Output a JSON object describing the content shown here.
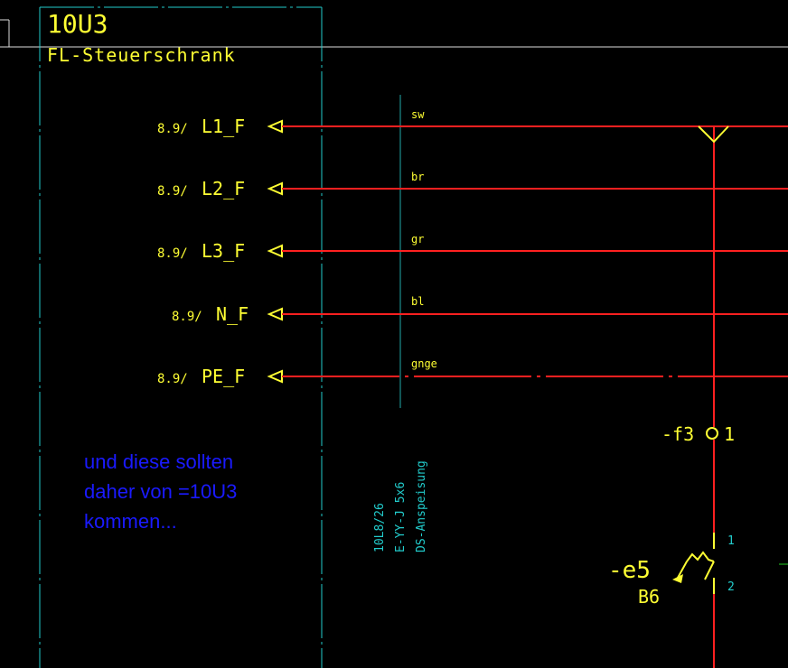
{
  "cabinet": {
    "id": "10U3",
    "name": "FL-Steuerschrank"
  },
  "terminals": [
    {
      "ref": "8.9/",
      "name": "L1_F",
      "color_code": "sw"
    },
    {
      "ref": "8.9/",
      "name": "L2_F",
      "color_code": "br"
    },
    {
      "ref": "8.9/",
      "name": "L3_F",
      "color_code": "gr"
    },
    {
      "ref": "8.9/",
      "name": "N_F",
      "color_code": "bl"
    },
    {
      "ref": "8.9/",
      "name": "PE_F",
      "color_code": "gnge"
    }
  ],
  "cable": {
    "id": "10L8/26",
    "type": "E-YY-J 5x6",
    "purpose": "DS-Anspeisung"
  },
  "switch_f3": {
    "label": "-f3",
    "pin": "1"
  },
  "breaker_e5": {
    "label": "-e5",
    "rating": "B6",
    "pin_top": "1",
    "pin_bottom": "2"
  },
  "annotation": {
    "lines": [
      "und diese sollten",
      "daher von =10U3",
      "kommen..."
    ]
  },
  "colors": {
    "wire": "#ff2020",
    "label": "#ffff33",
    "frame": "#22cccc",
    "note": "#1a1aff"
  }
}
